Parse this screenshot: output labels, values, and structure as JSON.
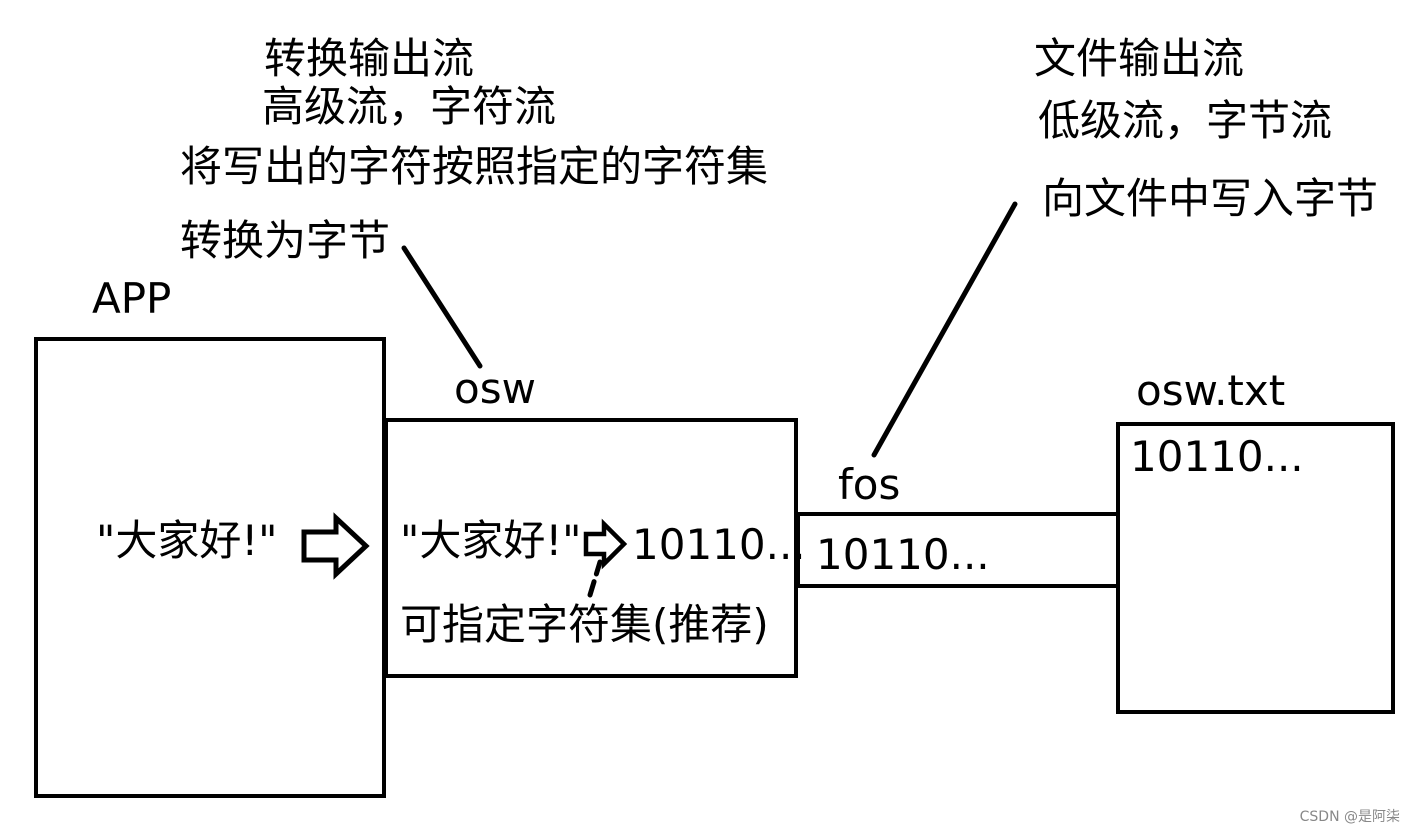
{
  "osw_note": {
    "line1": "转换输出流",
    "line2": "高级流，字符流",
    "line3": "将写出的字符按照指定的字符集",
    "line4": "转换为字节"
  },
  "fos_note": {
    "line1": "文件输出流",
    "line2": "低级流，字节流",
    "line3": "向文件中写入字节"
  },
  "app": {
    "label": "APP",
    "content": "\"大家好!\""
  },
  "osw": {
    "label": "osw",
    "content": "\"大家好!\"",
    "bytes": "10110...",
    "charset_note": "可指定字符集(推荐)"
  },
  "fos": {
    "label": "fos",
    "bytes": "10110..."
  },
  "file": {
    "label": "osw.txt",
    "bytes": "10110..."
  },
  "watermark": "CSDN @是阿柒"
}
